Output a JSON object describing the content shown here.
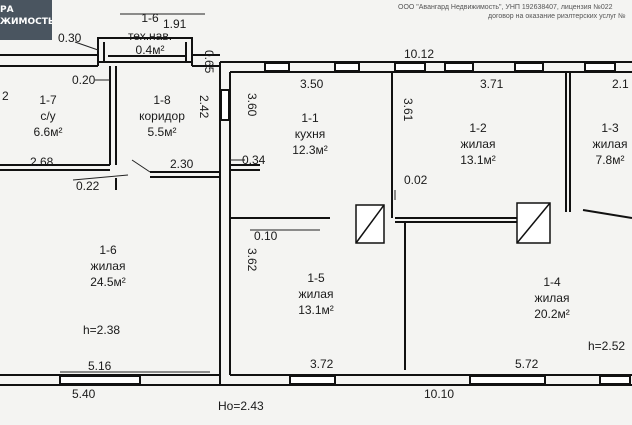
{
  "watermark": {
    "line1": "РА",
    "line2": "ЖИМОСТЬ",
    "bg": "#4a5560"
  },
  "header": {
    "line1": "ООО \"Авангард Недвижимость\", УНП 192638407, лицензия №022",
    "line2": "договор на оказание риэлтерских услуг №"
  },
  "rooms": [
    {
      "id": "1-6t",
      "number": "1-6",
      "name": "тех.нав.",
      "area": "0.4м²"
    },
    {
      "id": "1-7",
      "number": "1-7",
      "name": "с/у",
      "area": "6.6м²"
    },
    {
      "id": "1-8",
      "number": "1-8",
      "name": "коридор",
      "area": "5.5м²"
    },
    {
      "id": "1-1",
      "number": "1-1",
      "name": "кухня",
      "area": "12.3м²"
    },
    {
      "id": "1-2",
      "number": "1-2",
      "name": "жилая",
      "area": "13.1м²"
    },
    {
      "id": "1-3",
      "number": "1-3",
      "name": "жилая",
      "area": "7.8м²"
    },
    {
      "id": "1-6",
      "number": "1-6",
      "name": "жилая",
      "area": "24.5м²"
    },
    {
      "id": "1-5",
      "number": "1-5",
      "name": "жилая",
      "area": "13.1м²"
    },
    {
      "id": "1-4",
      "number": "1-4",
      "name": "жилая",
      "area": "20.2м²"
    }
  ],
  "dimensions": {
    "d_1_91": "1.91",
    "d_0_30": "0.30",
    "d_0_65": "0.65",
    "d_10_12": "10.12",
    "d_0_20": "0.20",
    "d_3_50": "3.50",
    "d_3_71": "3.71",
    "d_2_1": "2.1",
    "d_2_42": "2.42",
    "d_3_60": "3.60",
    "d_3_61": "3.61",
    "d_2_68": "2.68",
    "d_2_30": "2.30",
    "d_0_34": "0.34",
    "d_0_22": "0.22",
    "d_0_02": "0.02",
    "d_0_10": "0.10",
    "d_3_62": "3.62",
    "d_5_16": "5.16",
    "d_3_72": "3.72",
    "d_5_72": "5.72",
    "d_5_40": "5.40",
    "d_10_10": "10.10",
    "d_ho": "Ho=2.43",
    "d_h_238": "h=2.38",
    "d_h_252": "h=2.52",
    "d_left": "2"
  }
}
